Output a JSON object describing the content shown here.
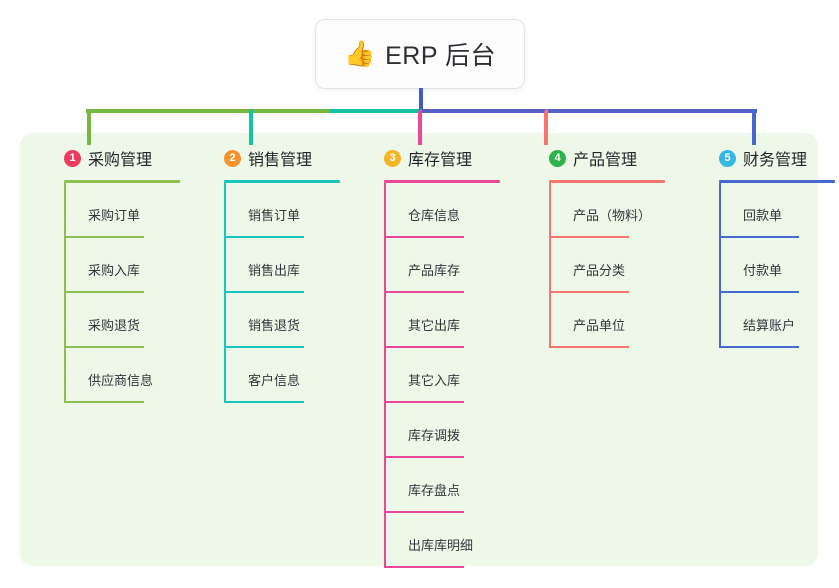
{
  "diagram": {
    "type": "mind-map",
    "root": {
      "emoji": "👍",
      "icon_name": "thumbs-up-icon",
      "title": "ERP 后台"
    },
    "panel_color": "#eef8e9",
    "bus": {
      "segments": [
        {
          "name": "green-segment",
          "color": "#76b83f"
        },
        {
          "name": "teal-segment",
          "color": "#16c2a3"
        },
        {
          "name": "blue-segment",
          "color": "#5560c6"
        }
      ],
      "stem_color": "#3f5cc4"
    },
    "columns": [
      {
        "index": "1",
        "title": "采购管理",
        "badge_color": "#ec3b5b",
        "line_color": "#8cc152",
        "drop_color": "#76b83f",
        "items": [
          {
            "label": "采购订单"
          },
          {
            "label": "采购入库"
          },
          {
            "label": "采购退货"
          },
          {
            "label": "供应商信息"
          }
        ]
      },
      {
        "index": "2",
        "title": "销售管理",
        "badge_color": "#f6922e",
        "line_color": "#19c6bb",
        "drop_color": "#16c2a3",
        "items": [
          {
            "label": "销售订单"
          },
          {
            "label": "销售出库"
          },
          {
            "label": "销售退货"
          },
          {
            "label": "客户信息"
          }
        ]
      },
      {
        "index": "3",
        "title": "库存管理",
        "badge_color": "#f7b322",
        "line_color": "#e8479a",
        "drop_color": "#e8479a",
        "items": [
          {
            "label": "仓库信息"
          },
          {
            "label": "产品库存"
          },
          {
            "label": "其它出库"
          },
          {
            "label": "其它入库"
          },
          {
            "label": "库存调拨"
          },
          {
            "label": "库存盘点"
          },
          {
            "label": "出库库明细"
          }
        ]
      },
      {
        "index": "4",
        "title": "产品管理",
        "badge_color": "#2bb44a",
        "line_color": "#f4766e",
        "drop_color": "#f4766e",
        "items": [
          {
            "label": "产品（物料）"
          },
          {
            "label": "产品分类"
          },
          {
            "label": "产品单位"
          }
        ]
      },
      {
        "index": "5",
        "title": "财务管理",
        "badge_color": "#35b8e8",
        "line_color": "#4668cf",
        "drop_color": "#4668cf",
        "items": [
          {
            "label": "回款单"
          },
          {
            "label": "付款单"
          },
          {
            "label": "结算账户"
          }
        ]
      }
    ]
  }
}
